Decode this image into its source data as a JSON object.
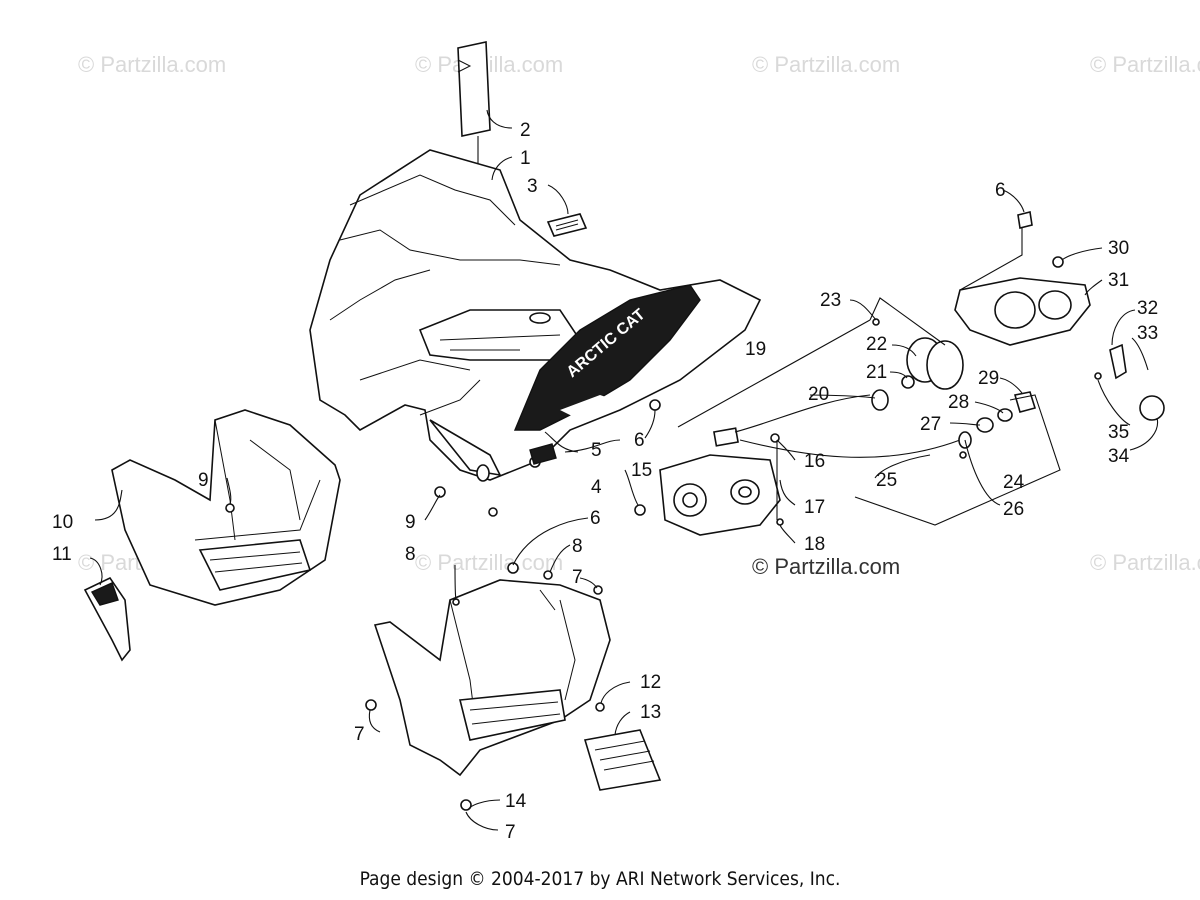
{
  "watermarks": [
    "© Partzilla.com",
    "© Partzilla.com",
    "© Partzilla.com",
    "© Partzilla.com",
    "© Partzilla.com",
    "© Partzilla.com",
    "© Partzilla.com"
  ],
  "brand_text": "ARCTIC CAT",
  "callouts": [
    "1",
    "2",
    "3",
    "4",
    "5",
    "6",
    "6",
    "6",
    "7",
    "7",
    "7",
    "8",
    "8",
    "9",
    "9",
    "10",
    "11",
    "12",
    "13",
    "14",
    "15",
    "16",
    "17",
    "18",
    "19",
    "20",
    "21",
    "22",
    "23",
    "24",
    "25",
    "26",
    "27",
    "28",
    "29",
    "30",
    "31",
    "32",
    "33",
    "34",
    "35"
  ],
  "footer": "Page design © 2004-2017 by ARI Network Services, Inc."
}
